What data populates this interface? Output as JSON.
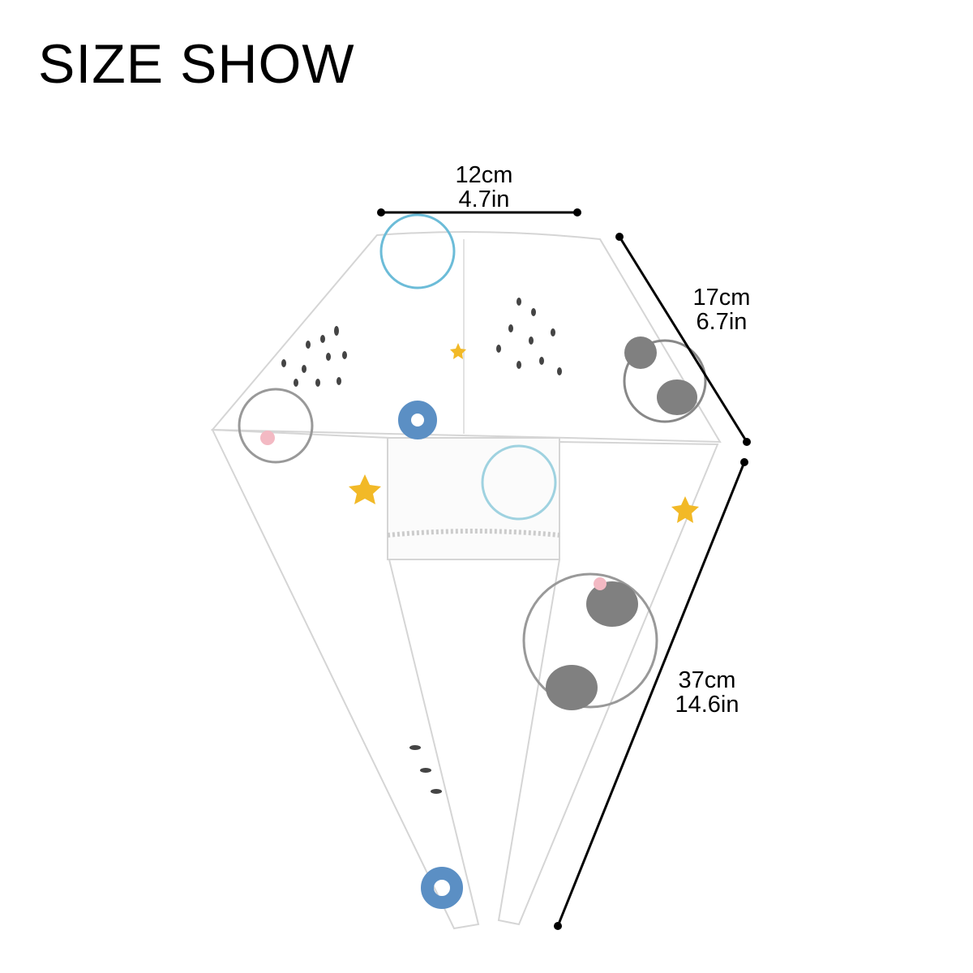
{
  "title": "SIZE SHOW",
  "measurements": {
    "top_width": {
      "cm": "12cm",
      "in": "4.7in"
    },
    "side_length": {
      "cm": "17cm",
      "in": "6.7in"
    },
    "tie_length": {
      "cm": "37cm",
      "in": "14.6in"
    }
  },
  "colors": {
    "fabric": "#ffffff",
    "outline": "#cccccc",
    "blue": "#5b8fc4",
    "yellow": "#f2b927",
    "gray": "#808080",
    "pink": "#f3b9c3"
  }
}
